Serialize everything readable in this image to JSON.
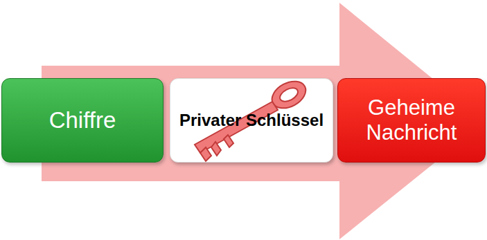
{
  "diagram": {
    "nodes": [
      {
        "text": [
          "Chiffre"
        ]
      },
      {
        "text": [
          "Privater Schlüssel"
        ]
      },
      {
        "text": [
          "Geheime Nachricht"
        ]
      }
    ]
  }
}
